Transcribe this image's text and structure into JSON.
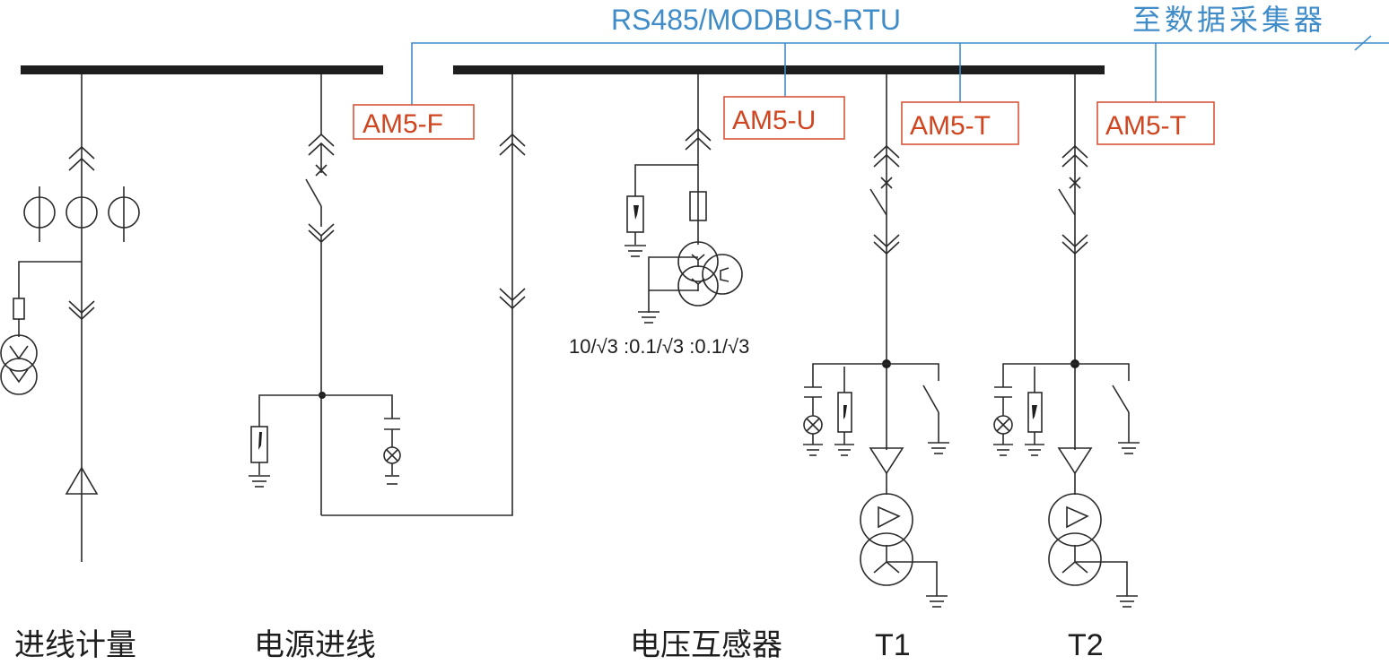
{
  "diagram": {
    "communication": {
      "protocol_label": "RS485/MODBUS-RTU",
      "destination_label": "至数据采集器",
      "color": "#3f8cc8"
    },
    "meters": [
      {
        "id": "meter-f",
        "label": "AM5-F"
      },
      {
        "id": "meter-u",
        "label": "AM5-U"
      },
      {
        "id": "meter-t1",
        "label": "AM5-T"
      },
      {
        "id": "meter-t2",
        "label": "AM5-T"
      }
    ],
    "meter_color": "#d9553a",
    "vt_ratio": "10/√3 :0.1/√3 :0.1/√3",
    "feeders": [
      {
        "id": "incoming-metering",
        "label": "进线计量"
      },
      {
        "id": "power-incoming",
        "label": "电源进线"
      },
      {
        "id": "voltage-transformer",
        "label": "电压互感器"
      },
      {
        "id": "t1",
        "label": "T1"
      },
      {
        "id": "t2",
        "label": "T2"
      }
    ]
  }
}
